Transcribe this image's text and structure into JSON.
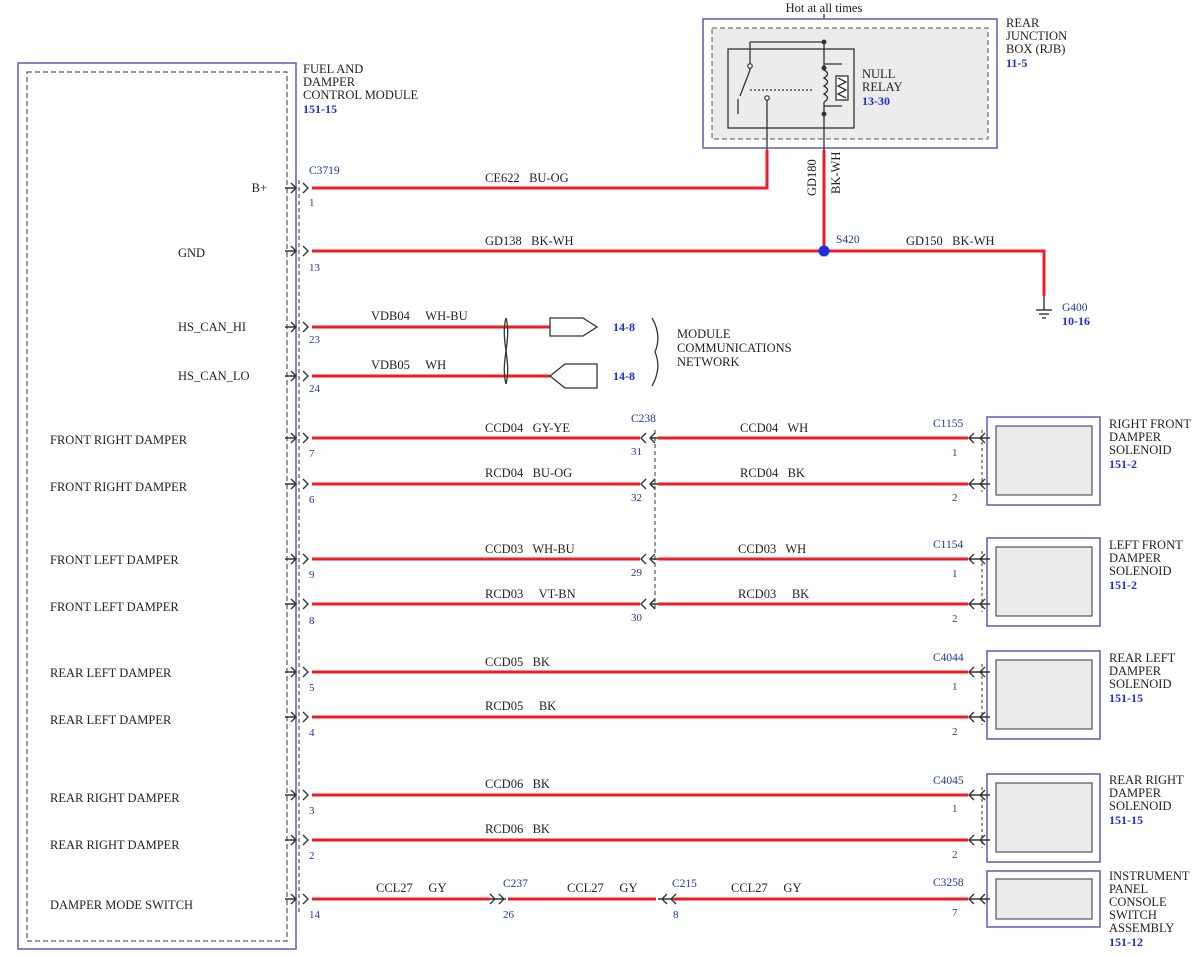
{
  "colors": {
    "wire": "#ee1c25",
    "box_border": "#5b5bb5",
    "ref_blue": "#1f2fd0",
    "pin_blue": "#1a3a9a",
    "splice_blue": "#1a2ee0",
    "rjb_fill": "#ececec"
  },
  "top_label": "Hot at all times",
  "module": {
    "name_lines": [
      "FUEL AND",
      "DAMPER",
      "CONTROL MODULE"
    ],
    "ref": "151-15",
    "connector": "C3719"
  },
  "rjb": {
    "name_lines": [
      "REAR",
      "JUNCTION",
      "BOX (RJB)"
    ],
    "ref": "11-5",
    "relay_lines": [
      "NULL",
      "RELAY"
    ],
    "relay_ref": "13-30"
  },
  "signals": {
    "bplus": "B+",
    "gnd": "GND",
    "hs_can_hi": "HS_CAN_HI",
    "hs_can_lo": "HS_CAN_LO",
    "frd1": "FRONT RIGHT DAMPER",
    "frd2": "FRONT RIGHT DAMPER",
    "fld1": "FRONT LEFT DAMPER",
    "fld2": "FRONT LEFT DAMPER",
    "rld1": "REAR LEFT DAMPER",
    "rld2": "REAR LEFT DAMPER",
    "rrd1": "REAR RIGHT DAMPER",
    "rrd2": "REAR RIGHT DAMPER",
    "dms": "DAMPER MODE SWITCH"
  },
  "pins": {
    "bplus": "1",
    "gnd": "13",
    "can_hi": "23",
    "can_lo": "24",
    "frd1": "7",
    "frd2": "6",
    "fld1": "9",
    "fld2": "8",
    "rld1": "5",
    "rld2": "4",
    "rrd1": "3",
    "rrd2": "2",
    "dms": "14",
    "c238_a": "31",
    "c238_b": "32",
    "c238_c": "29",
    "c238_d": "30",
    "c1155_1": "1",
    "c1155_2": "2",
    "c1154_1": "1",
    "c1154_2": "2",
    "c4044_1": "1",
    "c4044_2": "2",
    "c4045_1": "1",
    "c4045_2": "2",
    "c237": "26",
    "c215": "8",
    "c3258": "7"
  },
  "wires": {
    "ce622": "CE622   BU-OG",
    "gd138": "GD138   BK-WH",
    "gd150": "GD150   BK-WH",
    "gd180_id": "GD180",
    "gd180_color": "BK-WH",
    "vdb04": "VDB04     WH-BU",
    "vdb05": "VDB05     WH",
    "ccd04_l": "CCD04   GY-YE",
    "ccd04_r": "CCD04   WH",
    "rcd04_l": "RCD04   BU-OG",
    "rcd04_r": "RCD04   BK",
    "ccd03_l": "CCD03   WH-BU",
    "ccd03_r": "CCD03   WH",
    "rcd03_l": "RCD03     VT-BN",
    "rcd03_r": "RCD03     BK",
    "ccd05": "CCD05   BK",
    "rcd05": "RCD05     BK",
    "ccd06": "CCD06   BK",
    "rcd06": "RCD06   BK",
    "ccl27_a": "CCL27     GY",
    "ccl27_b": "CCL27     GY",
    "ccl27_c": "CCL27     GY"
  },
  "splice": "S420",
  "ground": {
    "name": "G400",
    "ref": "10-16"
  },
  "network": {
    "ref_hi": "14-8",
    "ref_lo": "14-8",
    "lines": [
      "MODULE",
      "COMMUNICATIONS",
      "NETWORK"
    ]
  },
  "connectors": {
    "c238": "C238",
    "c1155": "C1155",
    "c1154": "C1154",
    "c4044": "C4044",
    "c4045": "C4045",
    "c237": "C237",
    "c215": "C215",
    "c3258": "C3258"
  },
  "components": {
    "rf": {
      "lines": [
        "RIGHT FRONT",
        "DAMPER",
        "SOLENOID"
      ],
      "ref": "151-2"
    },
    "lf": {
      "lines": [
        "LEFT FRONT",
        "DAMPER",
        "SOLENOID"
      ],
      "ref": "151-2"
    },
    "rl": {
      "lines": [
        "REAR LEFT",
        "DAMPER",
        "SOLENOID"
      ],
      "ref": "151-15"
    },
    "rr": {
      "lines": [
        "REAR RIGHT",
        "DAMPER",
        "SOLENOID"
      ],
      "ref": "151-15"
    },
    "ip": {
      "lines": [
        "INSTRUMENT",
        "PANEL",
        "CONSOLE",
        "SWITCH",
        "ASSEMBLY"
      ],
      "ref": "151-12"
    }
  }
}
